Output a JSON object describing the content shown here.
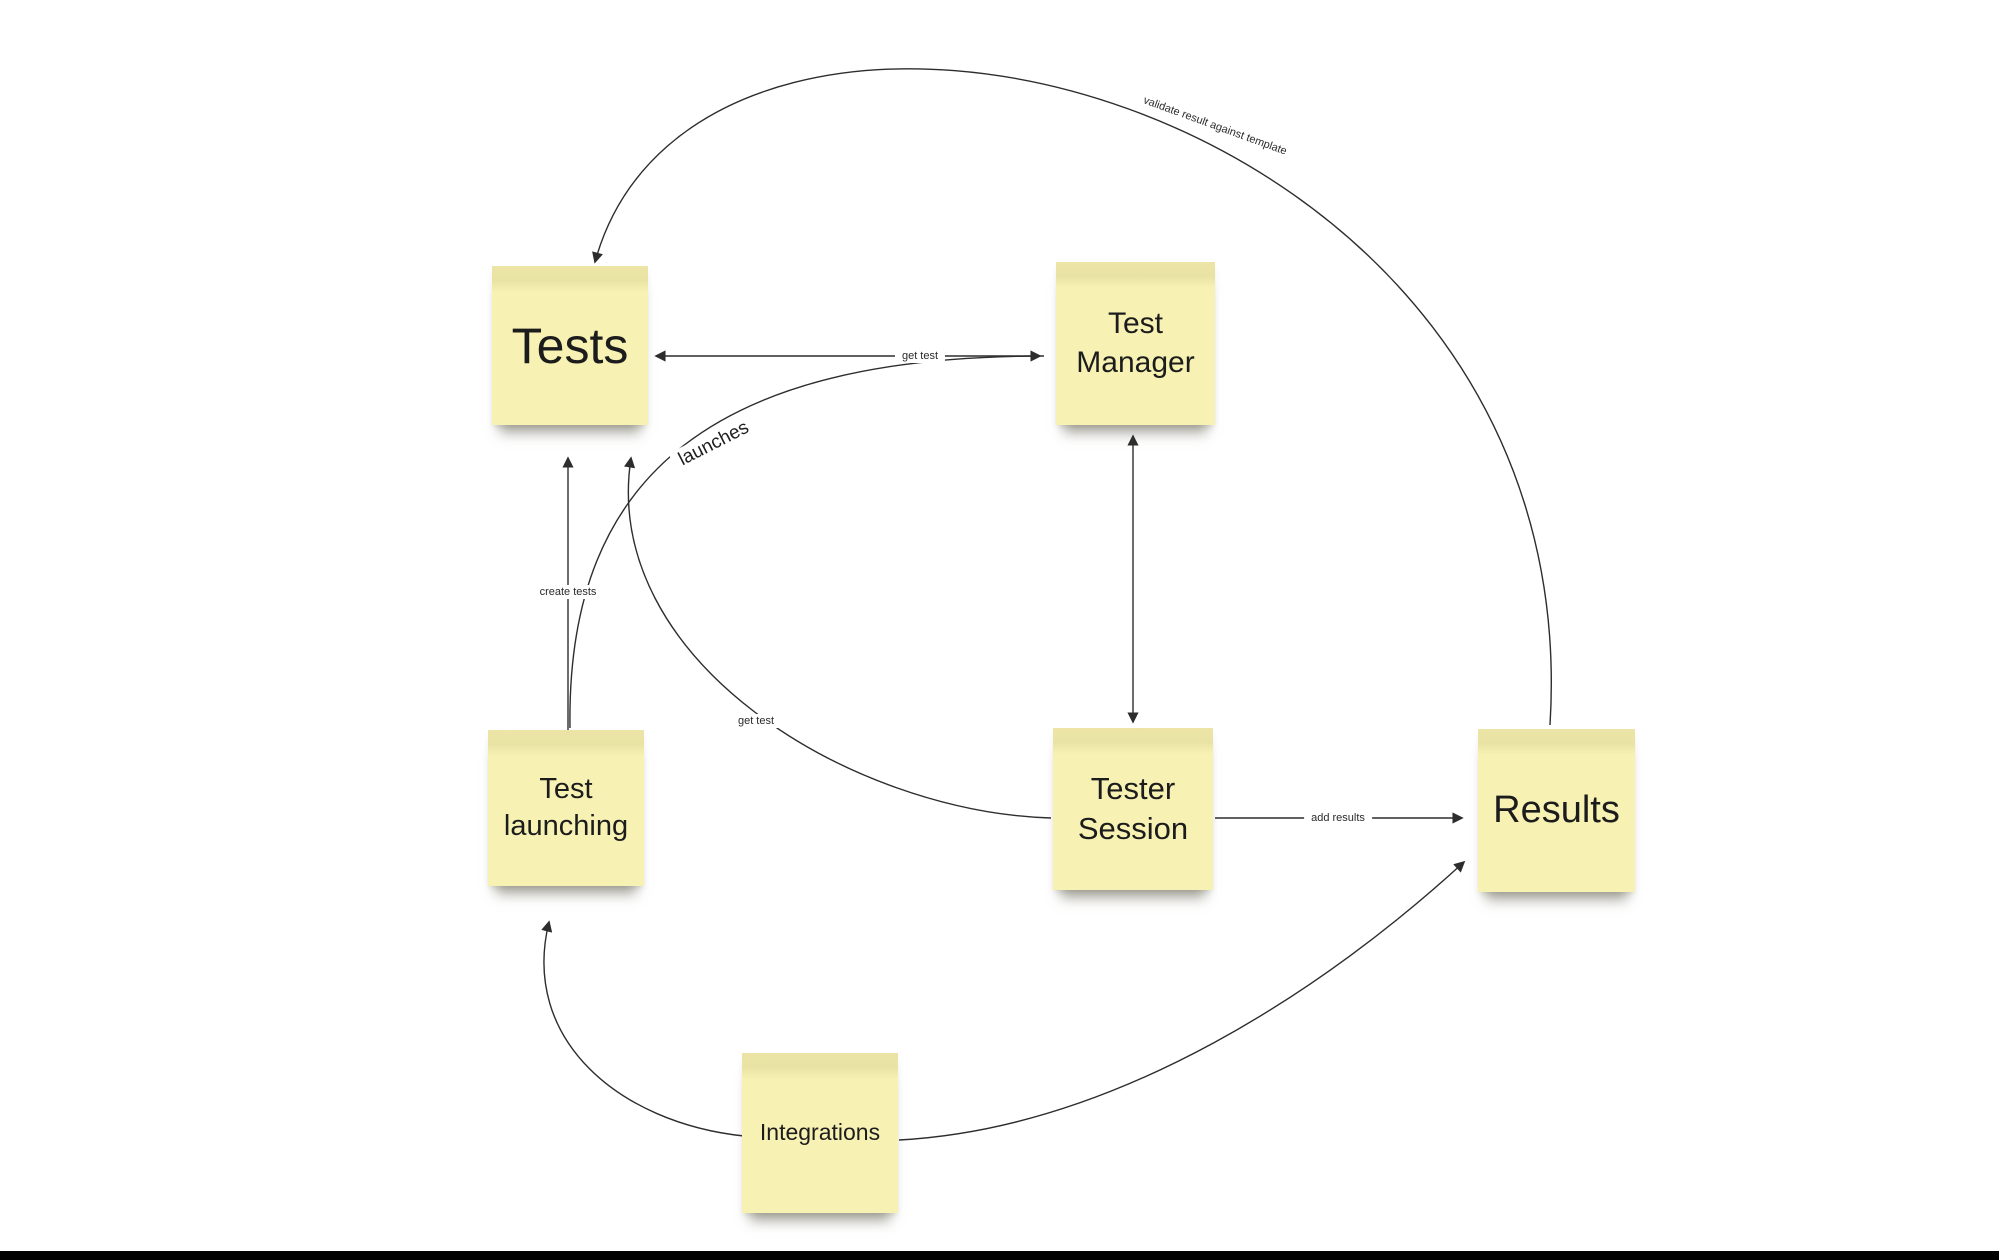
{
  "diagram": {
    "colors": {
      "background": "#ffffff",
      "sticky": "#f7f2b3",
      "sticky_top_edge": "#ece5a6",
      "text": "#1c1c1c",
      "connector": "#2d2d2d",
      "bottom_bar": "#000000"
    },
    "notes": {
      "tests": {
        "label": "Tests"
      },
      "test_manager": {
        "label": "Test Manager"
      },
      "test_launching": {
        "label": "Test launching"
      },
      "tester_session": {
        "label": "Tester Session"
      },
      "results": {
        "label": "Results"
      },
      "integrations": {
        "label": "Integrations"
      }
    },
    "connector_labels": {
      "validate": "validate result against template",
      "get_test_manager": "get test",
      "launches": "launches",
      "create_tests": "create tests",
      "get_test_session": "get test",
      "add_results": "add results"
    }
  }
}
